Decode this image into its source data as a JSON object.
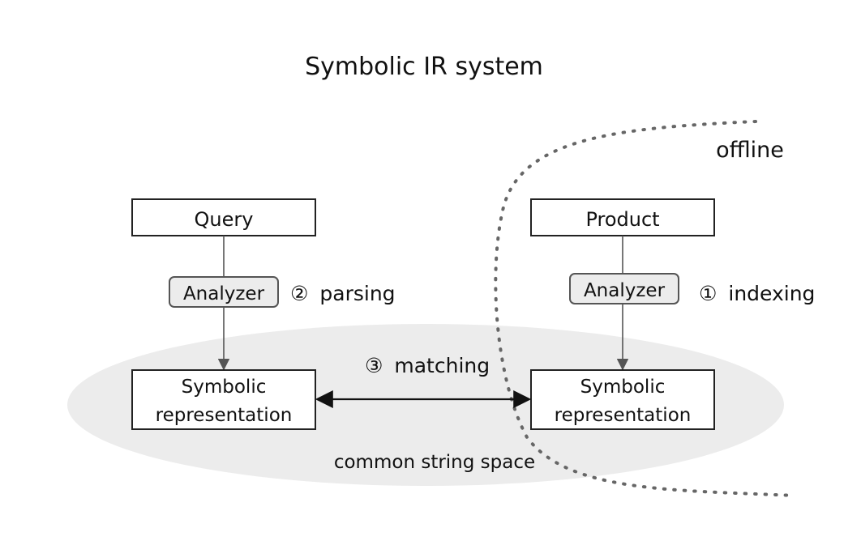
{
  "title": "Symbolic IR system",
  "offline_label": "offline",
  "space_label": "common string space",
  "left": {
    "top_box": "Query",
    "analyzer": "Analyzer",
    "step_num": "②",
    "step_text": "parsing",
    "repr_line1": "Symbolic",
    "repr_line2": "representation"
  },
  "right": {
    "top_box": "Product",
    "analyzer": "Analyzer",
    "step_num": "①",
    "step_text": "indexing",
    "repr_line1": "Symbolic",
    "repr_line2": "representation"
  },
  "matching": {
    "step_num": "③",
    "step_text": "matching"
  },
  "colors": {
    "ellipse_fill": "#ececec",
    "analyzer_fill": "#ececec",
    "stroke": "#222222",
    "arrow": "#555555",
    "dots": "#666666"
  }
}
